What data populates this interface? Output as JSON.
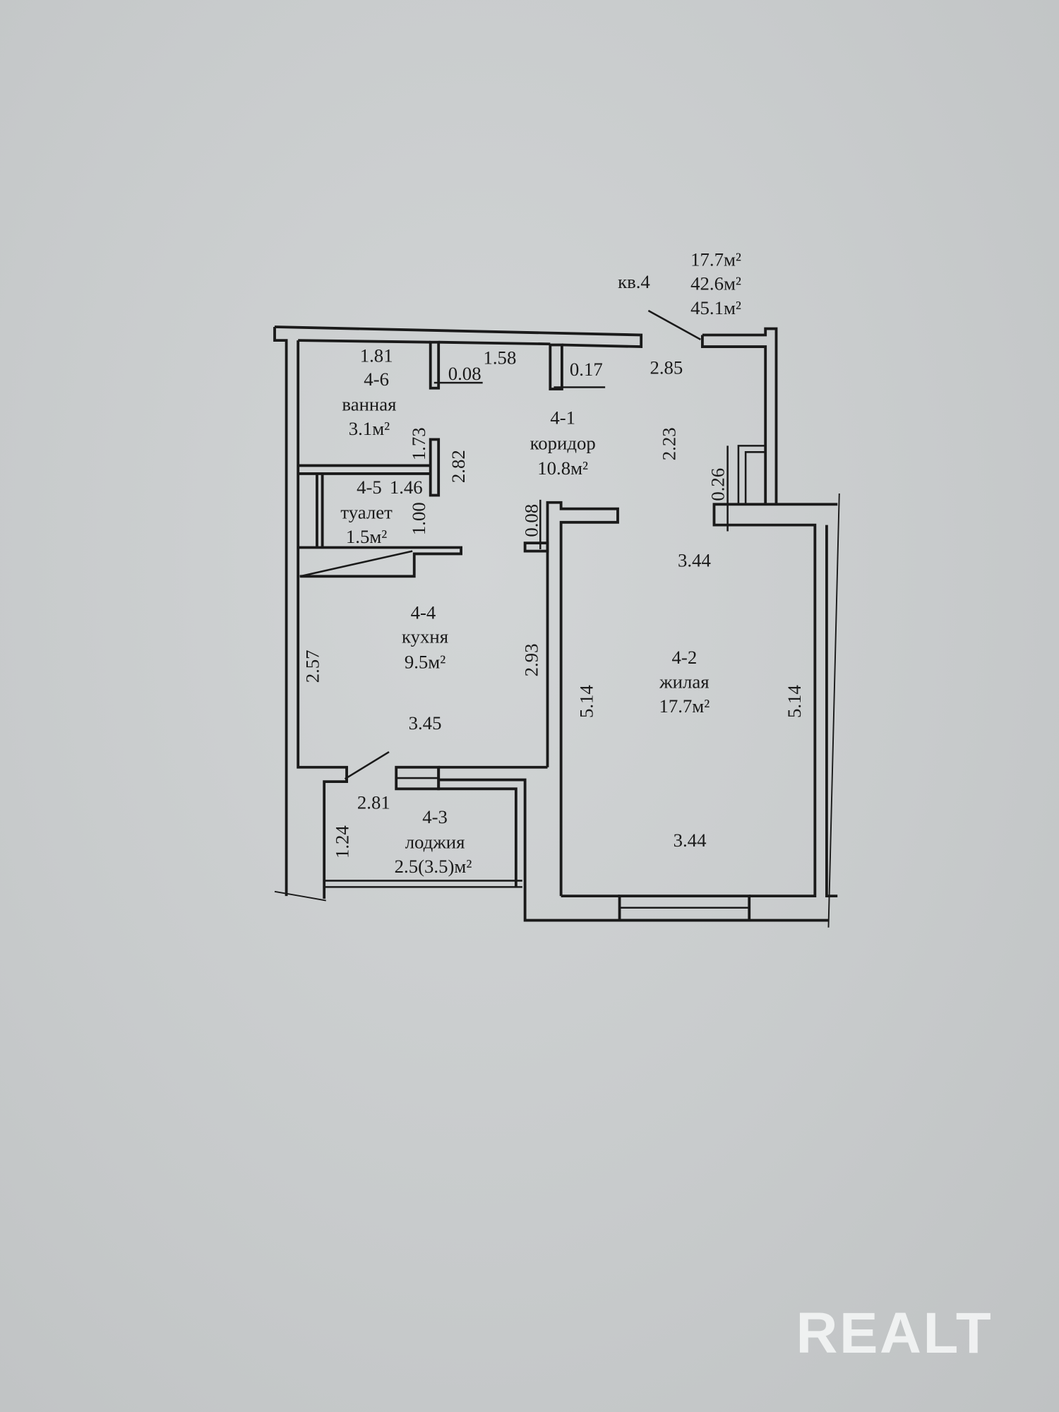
{
  "apartment": {
    "label": "кв.4",
    "living_area": "17.7м²",
    "total_area": "42.6м²",
    "total_area_with_loggia": "45.1м²"
  },
  "rooms": [
    {
      "id": "4-6",
      "name": "ванная",
      "area": "3.1м²"
    },
    {
      "id": "4-1",
      "name": "коридор",
      "area": "10.8м²"
    },
    {
      "id": "4-5",
      "name": "туалет",
      "area": "1.5м²"
    },
    {
      "id": "4-4",
      "name": "кухня",
      "area": "9.5м²"
    },
    {
      "id": "4-2",
      "name": "жилая",
      "area": "17.7м²"
    },
    {
      "id": "4-3",
      "name": "лоджия",
      "area": "2.5(3.5)м²"
    }
  ],
  "dimensions": [
    "1.81",
    "1.58",
    "0.08",
    "0.17",
    "2.85",
    "1.73",
    "2.82",
    "2.23",
    "0.26",
    "1.46",
    "1.00",
    "0.08",
    "3.44",
    "2.57",
    "2.93",
    "5.14",
    "5.14",
    "3.45",
    "2.81",
    "1.24",
    "3.44"
  ],
  "watermark": "REALT"
}
